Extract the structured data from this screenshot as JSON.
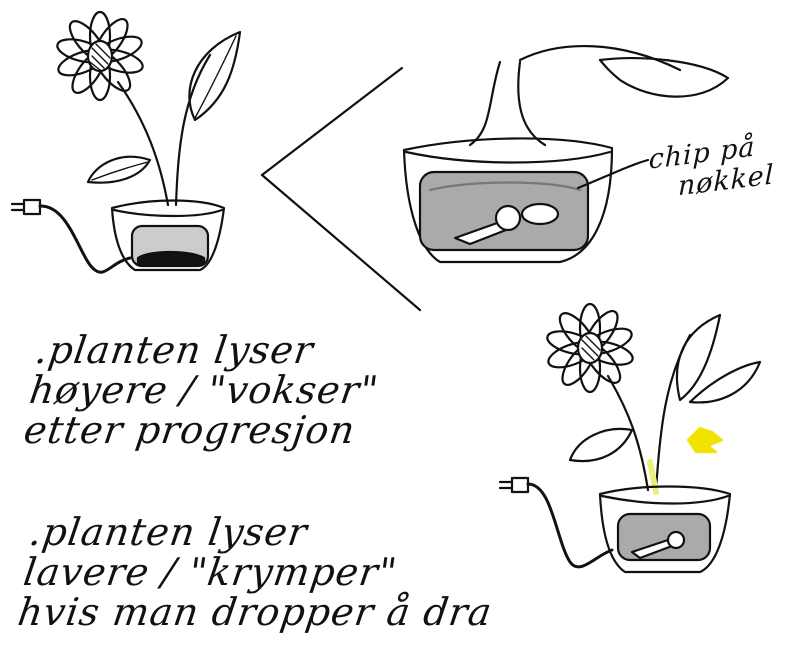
{
  "callout": {
    "line1": "chip på",
    "line2": "nøkkel"
  },
  "notes": [
    {
      "lines": [
        ".planten lyser",
        "høyere / \"vokser\"",
        "etter progresjon"
      ]
    },
    {
      "lines": [
        ".planten lyser",
        "lavere / \"krymper\"",
        "hvis man dropper å dra"
      ]
    }
  ],
  "colors": {
    "ink": "#111111",
    "pot_interior": "#aaaaaa",
    "glow": "#f2e200",
    "stem_glow": "#e8ef7a"
  }
}
